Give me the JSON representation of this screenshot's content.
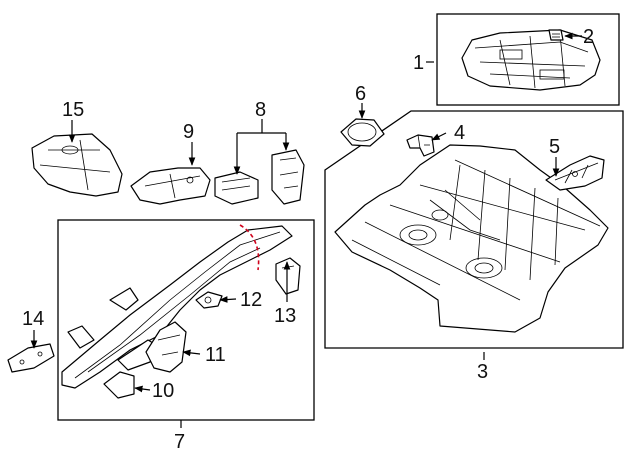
{
  "callouts": {
    "c1": "1",
    "c2": "2",
    "c3": "3",
    "c4": "4",
    "c5": "5",
    "c6": "6",
    "c7": "7",
    "c8": "8",
    "c9": "9",
    "c10": "10",
    "c11": "11",
    "c12": "12",
    "c13": "13",
    "c14": "14",
    "c15": "15"
  },
  "colors": {
    "line": "#000000",
    "cut_line": "#d0021b",
    "background": "#ffffff"
  },
  "icons": {
    "arrowhead": "arrowhead-icon"
  }
}
